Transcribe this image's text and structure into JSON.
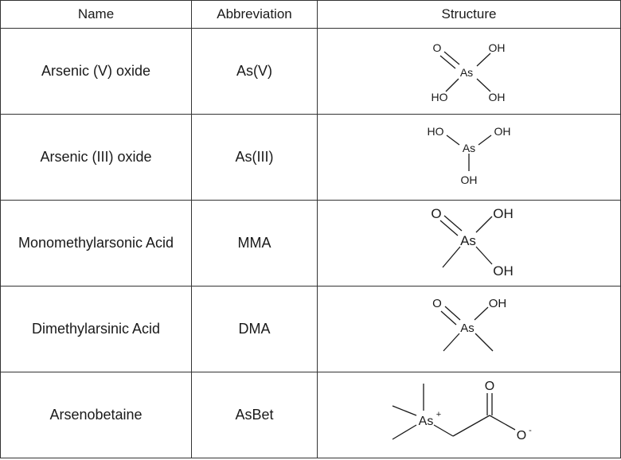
{
  "table": {
    "headers": [
      "Name",
      "Abbreviation",
      "Structure"
    ],
    "rows": [
      {
        "name": "Arsenic (V) oxide",
        "abbr": "As(V)",
        "structure": {
          "center": "As",
          "labels": [
            "O",
            "OH",
            "HO",
            "OH"
          ]
        }
      },
      {
        "name": "Arsenic (III) oxide",
        "abbr": "As(III)",
        "structure": {
          "center": "As",
          "labels": [
            "HO",
            "OH",
            "OH"
          ]
        }
      },
      {
        "name": "Monomethylarsonic Acid",
        "abbr": "MMA",
        "structure": {
          "center": "As",
          "labels": [
            "O",
            "OH",
            "OH"
          ]
        }
      },
      {
        "name": "Dimethylarsinic Acid",
        "abbr": "DMA",
        "structure": {
          "center": "As",
          "labels": [
            "O",
            "OH"
          ]
        }
      },
      {
        "name": "Arsenobetaine",
        "abbr": "AsBet",
        "structure": {
          "center": "As",
          "charge": "+",
          "labels": [
            "O",
            "O"
          ],
          "anion_charge": "-"
        }
      }
    ]
  }
}
